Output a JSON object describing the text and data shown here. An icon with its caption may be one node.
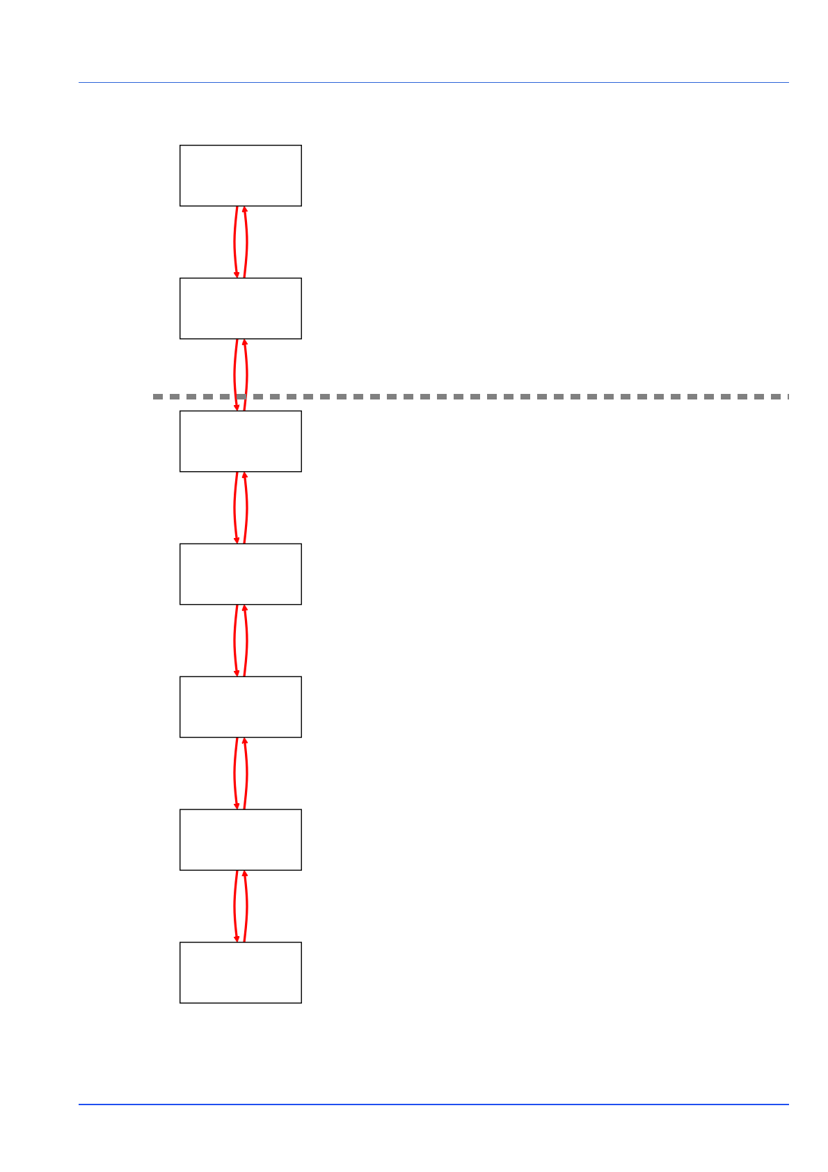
{
  "diagram": {
    "nodes": [
      {
        "text": [],
        "shape": "box"
      },
      {
        "text": [],
        "shape": "box"
      },
      {
        "text": [],
        "shape": "box"
      },
      {
        "text": [],
        "shape": "box"
      },
      {
        "text": [],
        "shape": "box"
      },
      {
        "text": [],
        "shape": "box"
      },
      {
        "text": [],
        "shape": "box"
      }
    ],
    "edges": [
      {
        "from": 0,
        "to": 1,
        "arrow": "to"
      },
      {
        "from": 1,
        "to": 0,
        "arrow": "to"
      },
      {
        "from": 1,
        "to": 2,
        "arrow": "to"
      },
      {
        "from": 2,
        "to": 1,
        "arrow": "to"
      },
      {
        "from": 2,
        "to": 3,
        "arrow": "to"
      },
      {
        "from": 3,
        "to": 2,
        "arrow": "to"
      },
      {
        "from": 3,
        "to": 4,
        "arrow": "to"
      },
      {
        "from": 4,
        "to": 3,
        "arrow": "to"
      },
      {
        "from": 4,
        "to": 5,
        "arrow": "to"
      },
      {
        "from": 5,
        "to": 4,
        "arrow": "to"
      },
      {
        "from": 5,
        "to": 6,
        "arrow": "to"
      },
      {
        "from": 6,
        "to": 5,
        "arrow": "to"
      }
    ]
  }
}
